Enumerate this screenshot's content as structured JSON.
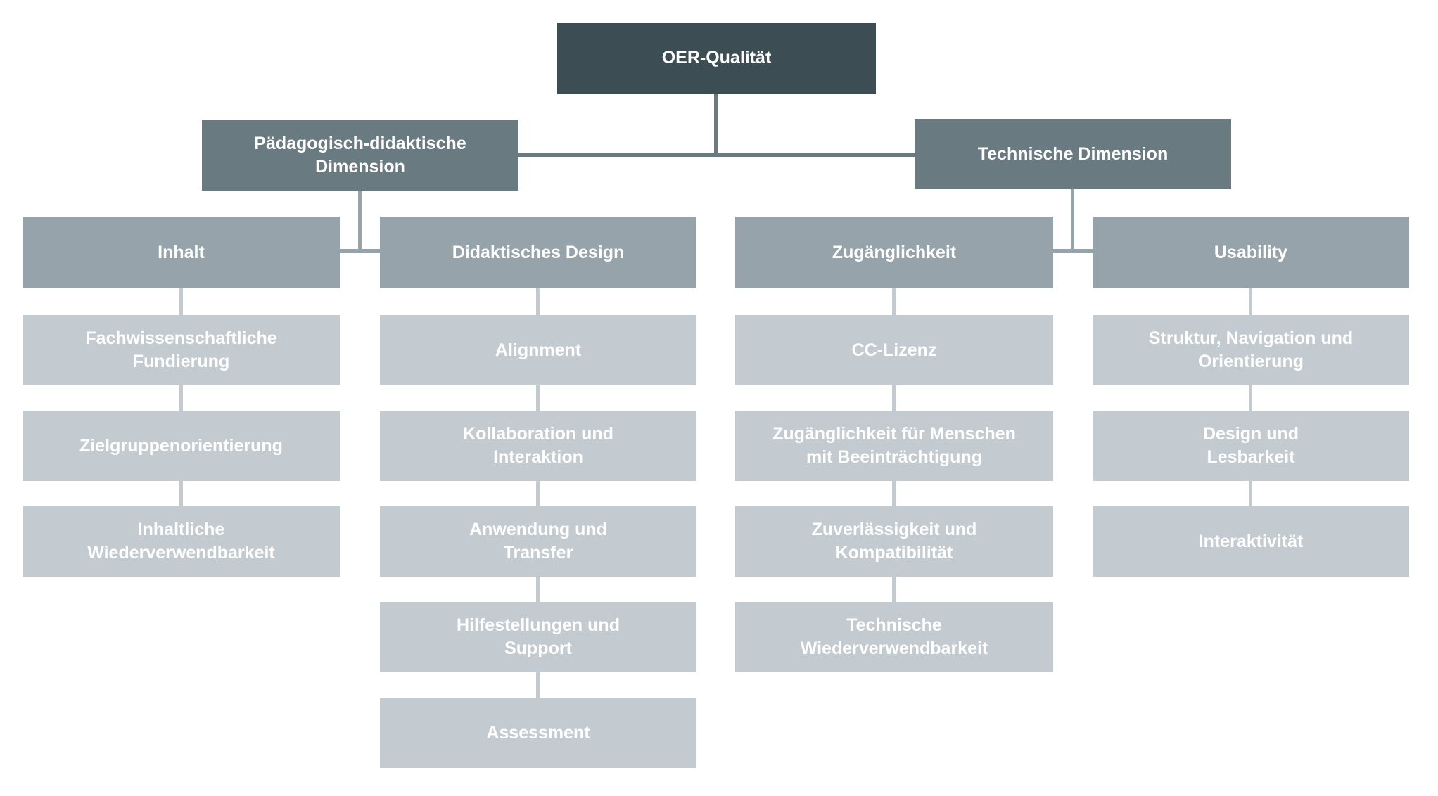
{
  "diagram_title": "OER-Qualität",
  "tree": {
    "root": {
      "label": "OER-Qualität"
    },
    "branches": [
      {
        "label": "Pädagogisch-didaktische\nDimension",
        "children": [
          {
            "label": "Inhalt",
            "items": [
              "Fachwissenschaftliche\nFundierung",
              "Zielgruppenorientierung",
              "Inhaltliche\nWiederverwendbarkeit"
            ]
          },
          {
            "label": "Didaktisches Design",
            "items": [
              "Alignment",
              "Kollaboration und\nInteraktion",
              "Anwendung und\nTransfer",
              "Hilfestellungen und\nSupport",
              "Assessment"
            ]
          }
        ]
      },
      {
        "label": "Technische Dimension",
        "children": [
          {
            "label": "Zugänglichkeit",
            "items": [
              "CC-Lizenz",
              "Zugänglichkeit für Menschen\nmit Beeinträchtigung",
              "Zuverlässigkeit und\nKompatibilität",
              "Technische\nWiederverwendbarkeit"
            ]
          },
          {
            "label": "Usability",
            "items": [
              "Struktur, Navigation und\nOrientierung",
              "Design und\nLesbarkeit",
              "Interaktivität"
            ]
          }
        ]
      }
    ]
  },
  "colors": {
    "level1": "#3D4D54",
    "level2": "#697A80",
    "level3": "#96A3AA",
    "level4": "#C3CBD1",
    "text": "#FFFFFF",
    "background": "#FFFFFF"
  }
}
